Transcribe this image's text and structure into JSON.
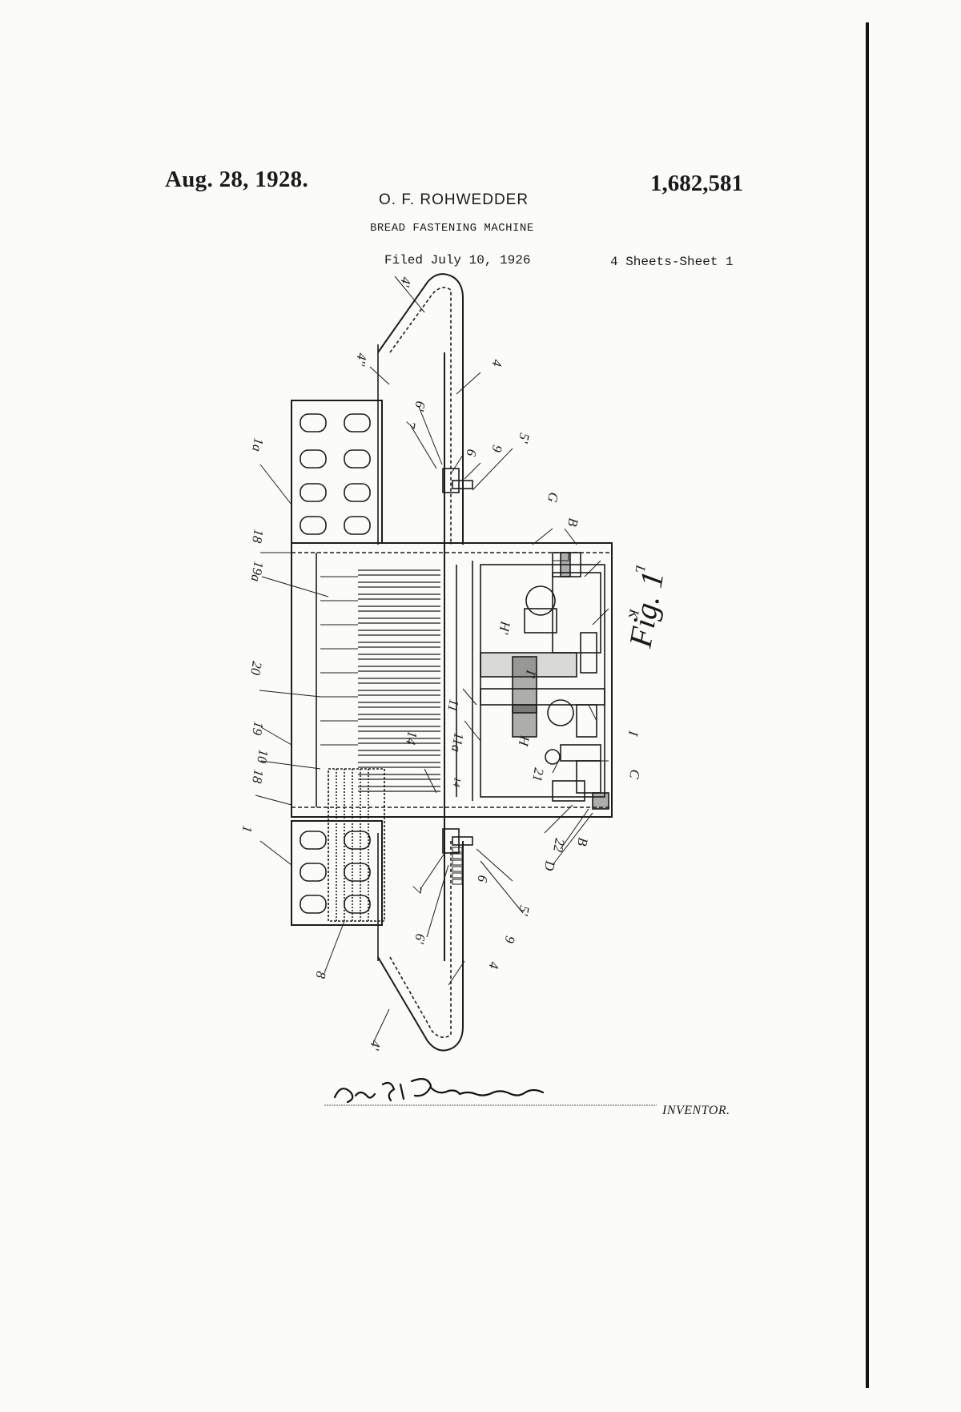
{
  "header": {
    "date": "Aug. 28, 1928.",
    "patent_number": "1,682,581",
    "inventor": "O. F. ROHWEDDER",
    "title": "BREAD FASTENING MACHINE",
    "filed": "Filed July 10, 1926",
    "sheet": "4 Sheets-Sheet 1"
  },
  "figure": {
    "label": "Fig. 1",
    "reference_numerals": [
      "4'",
      "4''",
      "4",
      "6'",
      "7",
      "6",
      "9",
      "5'",
      "1a",
      "18",
      "19a",
      "20",
      "19",
      "10",
      "1",
      "8",
      "G",
      "B",
      "L",
      "K",
      "H'",
      "I'",
      "H",
      "I",
      "C",
      "21",
      "22",
      "D",
      "11",
      "11a",
      "14"
    ]
  },
  "footer": {
    "inventor_label": "INVENTOR."
  }
}
